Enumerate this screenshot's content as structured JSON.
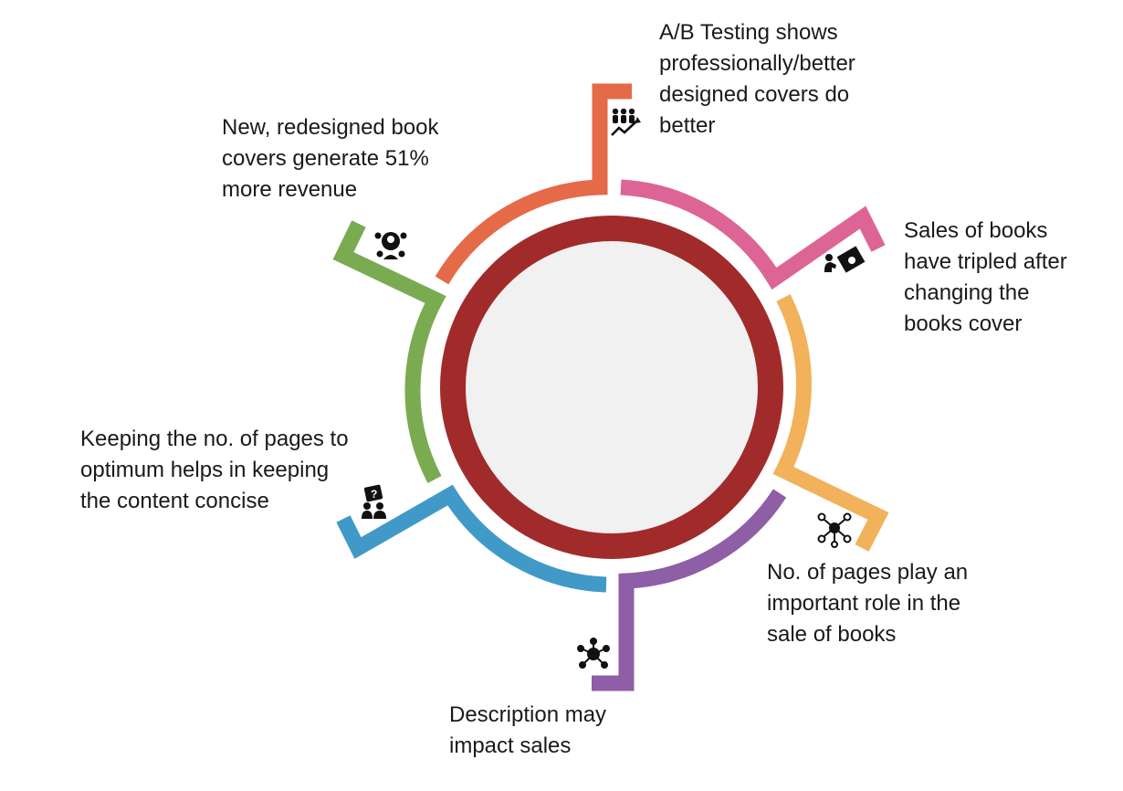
{
  "diagram": {
    "center": {
      "fill": "#f1f1f1",
      "ring_color": "#a12b2b"
    },
    "segments": [
      {
        "id": "ab-testing",
        "color": "#e56a48",
        "icon": "people-growth-icon",
        "lines": [
          "A/B Testing shows",
          "professionally/better",
          "designed covers do",
          "better"
        ]
      },
      {
        "id": "sales-tripled",
        "color": "#dd6596",
        "icon": "presentation-icon",
        "lines": [
          "Sales of books",
          "have tripled after",
          "changing the",
          "books cover"
        ]
      },
      {
        "id": "no-of-pages",
        "color": "#f1b25b",
        "icon": "network-icon",
        "lines": [
          "No. of pages play an",
          "important role in the",
          "sale of books"
        ]
      },
      {
        "id": "description",
        "color": "#8e5ea6",
        "icon": "hub-icon",
        "lines": [
          "Description may",
          "impact sales"
        ]
      },
      {
        "id": "pages-optimum",
        "color": "#4199c8",
        "icon": "question-team-icon",
        "lines": [
          "Keeping the no. of pages to",
          "optimum helps in keeping",
          "the content concise"
        ]
      },
      {
        "id": "redesigned-covers",
        "color": "#7aab51",
        "icon": "team-icon",
        "lines": [
          "New, redesigned book",
          "covers generate 51%",
          "more revenue"
        ]
      }
    ]
  }
}
